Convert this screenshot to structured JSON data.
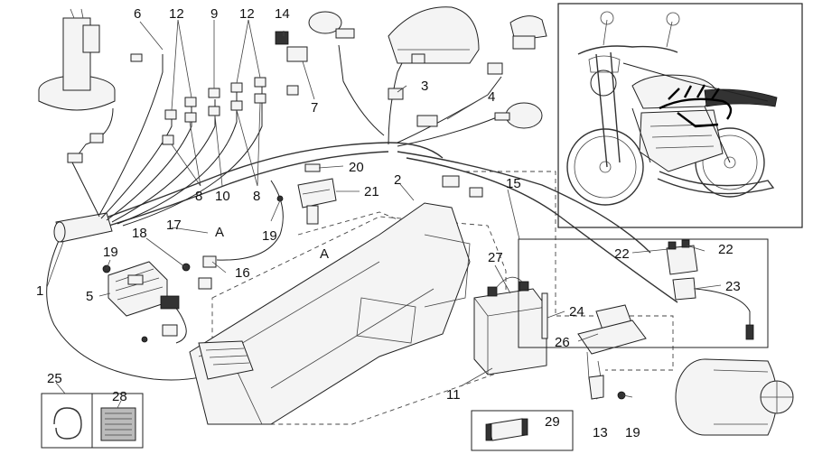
{
  "callouts": {
    "c1": "1",
    "c2": "2",
    "c3": "3",
    "c4": "4",
    "c5": "5",
    "c6": "6",
    "c7": "7",
    "c8a": "8",
    "c8b": "8",
    "c9": "9",
    "c10": "10",
    "c11": "11",
    "c12a": "12",
    "c12b": "12",
    "c13": "13",
    "c14": "14",
    "c15": "15",
    "c16": "16",
    "c17": "17",
    "c18": "18",
    "c19a": "19",
    "c19b": "19",
    "c19c": "19",
    "c20": "20",
    "c21": "21",
    "c22a": "22",
    "c22b": "22",
    "c23": "23",
    "c24": "24",
    "c25": "25",
    "c26": "26",
    "c27": "27",
    "c28": "28",
    "c29": "29"
  },
  "markers": {
    "a1": "A",
    "a2": "A"
  }
}
